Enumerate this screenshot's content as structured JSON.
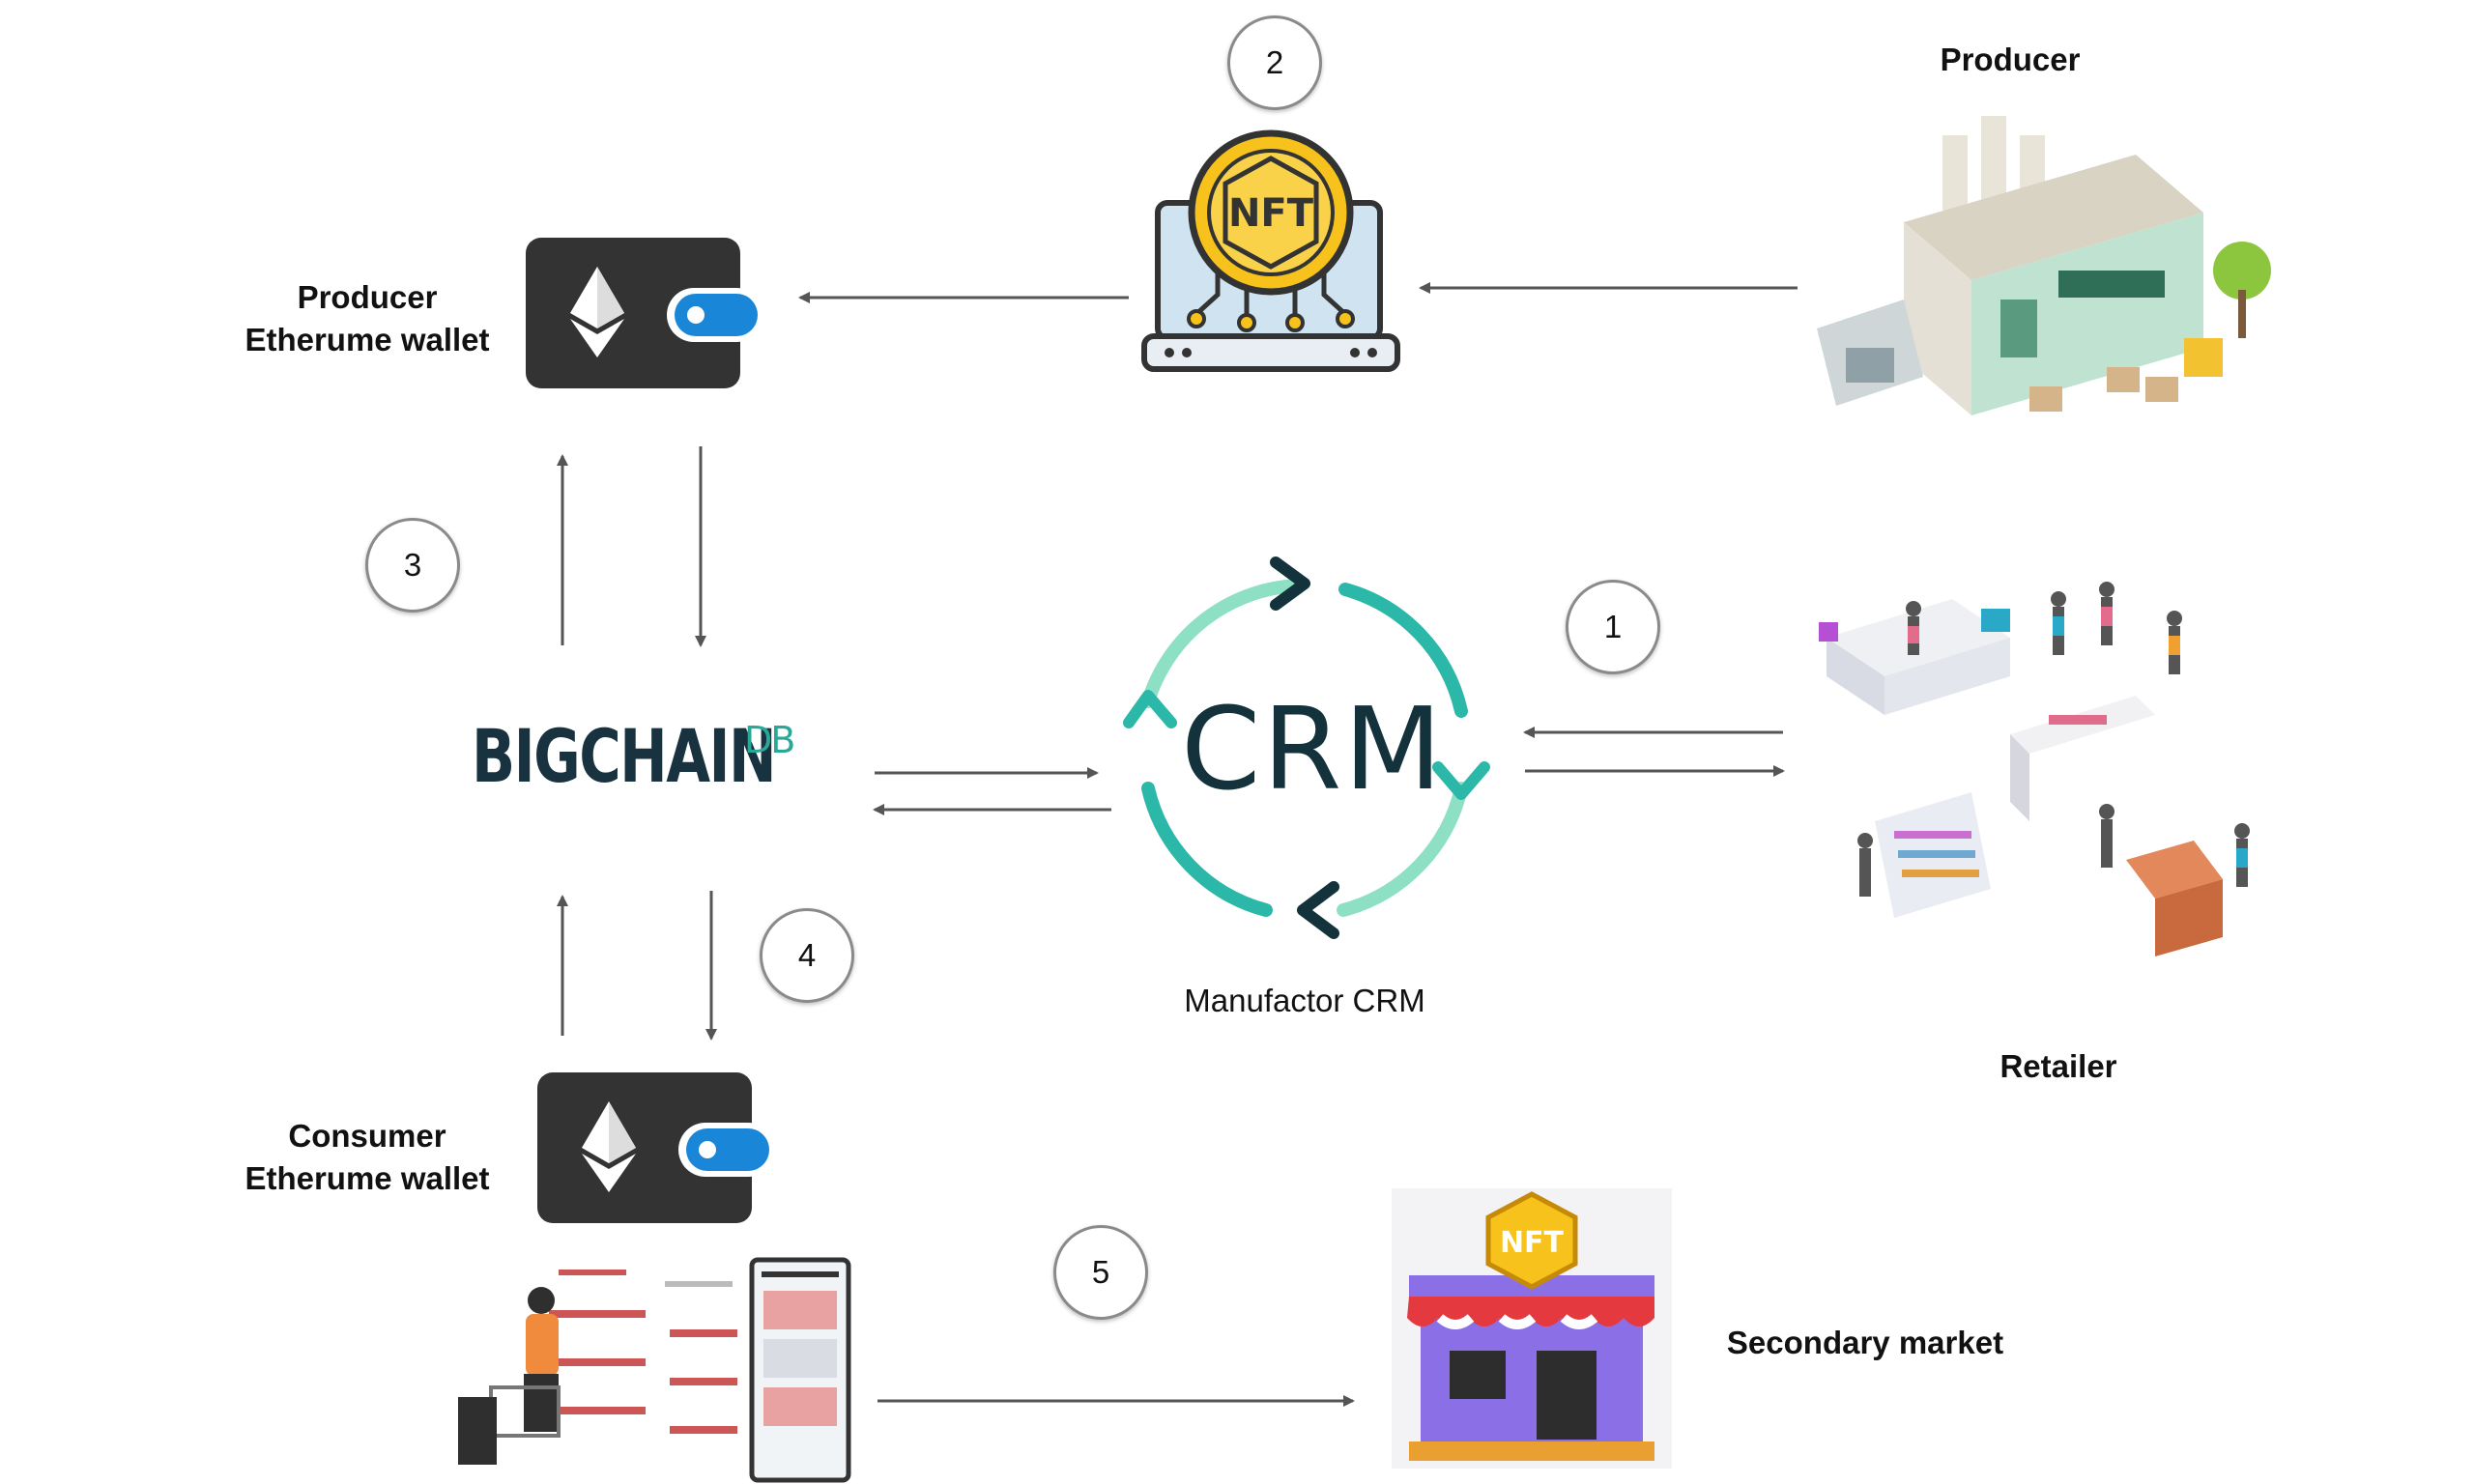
{
  "nodes": {
    "producer": {
      "label": "Producer"
    },
    "producer_wallet": {
      "label_line1": "Producer",
      "label_line2": "Etherume wallet"
    },
    "consumer_wallet": {
      "label_line1": "Consumer",
      "label_line2": "Etherume wallet"
    },
    "retailer": {
      "label": "Retailer"
    },
    "crm": {
      "logo_text": "CRM",
      "caption": "Manufactor CRM"
    },
    "bigchaindb": {
      "logo_main": "BIGCHAIN",
      "logo_suffix": "DB"
    },
    "nft_laptop": {
      "badge_text": "NFT"
    },
    "secondary_market": {
      "label": "Secondary market",
      "badge_text": "NFT"
    }
  },
  "steps": [
    "1",
    "2",
    "3",
    "4",
    "5"
  ],
  "colors": {
    "arrow": "#555555",
    "wallet_body": "#333333",
    "wallet_accent": "#1a86d8",
    "crm_teal": "#2bb8a8",
    "crm_light": "#8ee0c4",
    "crm_dark": "#14323c",
    "nft_gold": "#f6c21b",
    "laptop_blue": "#cfe3f1",
    "shop_purple": "#8b6fe6",
    "shop_red": "#e53940"
  }
}
